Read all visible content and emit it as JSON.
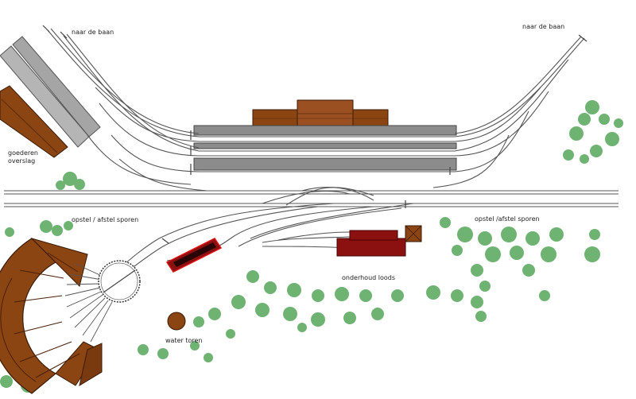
{
  "labels": {
    "to_line_left": "naar de baan",
    "to_line_right": "naar de baan",
    "goods_shed_line1": "goederen",
    "goods_shed_line2": "overslag",
    "sidings_left": "opstel / afstel sporen",
    "sidings_right": "opstel /afstel sporen",
    "maintenance_shed": "onderhoud loods",
    "water_tower": "water toren"
  },
  "colors": {
    "background": "#ffffff",
    "track": "#555555",
    "platform": "#8c8c8c",
    "building_brown": "#8b4513",
    "maintenance_red": "#8b1010",
    "trees": "#2e8b3a"
  }
}
